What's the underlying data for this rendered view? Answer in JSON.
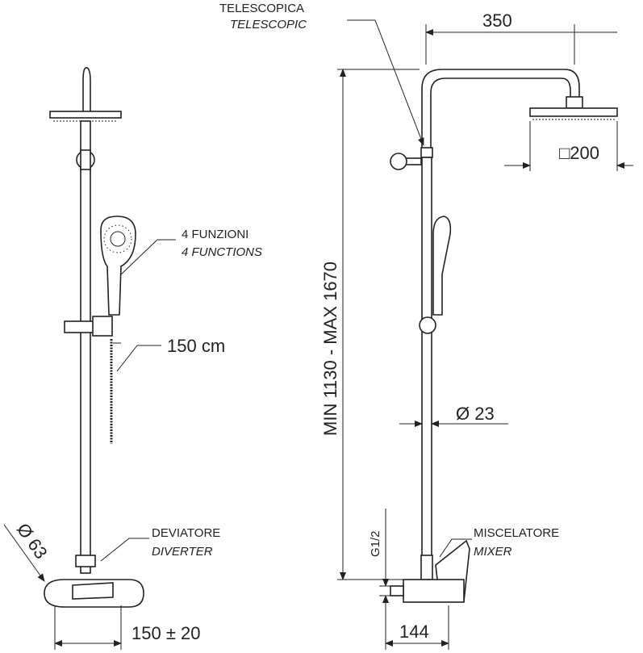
{
  "labels": {
    "telescopic_it": "TELESCOPICA",
    "telescopic_en": "TELESCOPIC",
    "arm_length": "350",
    "head_size": "□200",
    "functions_it": "4 FUNZIONI",
    "functions_en": "4 FUNCTIONS",
    "hose_length": "150 cm",
    "height_range": "MIN 1130 - MAX 1670",
    "bar_diameter": "Ø 23",
    "thread": "G1/2",
    "mixer_it": "MISCELATORE",
    "mixer_en": "MIXER",
    "mixer_depth": "144",
    "diverter_it": "DEVIATORE",
    "diverter_en": "DIVERTER",
    "rosette_diameter": "Ø 63",
    "center_distance": "150 ± 20"
  }
}
